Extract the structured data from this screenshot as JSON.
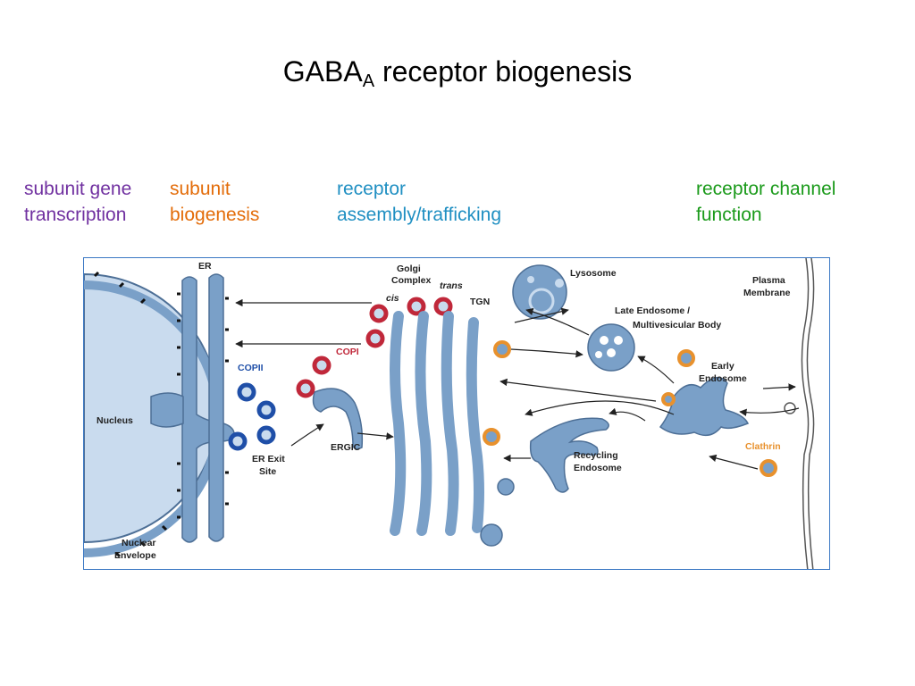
{
  "title": {
    "main": "GABA",
    "sub": "A",
    "rest": " receptor biogenesis"
  },
  "captions": [
    {
      "line1": "subunit gene",
      "line2": "transcription",
      "color": "#7030a0"
    },
    {
      "line1": "subunit",
      "line2": "biogenesis",
      "color": "#e36c09"
    },
    {
      "line1": "receptor",
      "line2": "assembly/trafficking",
      "color": "#1f8fc2"
    },
    {
      "line1": "receptor channel",
      "line2": "function",
      "color": "#1a9a1a"
    }
  ],
  "diagram": {
    "labels": {
      "er": "ER",
      "golgi_line1": "Golgi",
      "golgi_line2": "Complex",
      "cis": "cis",
      "trans": "trans",
      "tgn": "TGN",
      "lysosome": "Lysosome",
      "late_endosome_line1": "Late Endosome /",
      "late_endosome_line2": "Multivesicular Body",
      "plasma_line1": "Plasma",
      "plasma_line2": "Membrane",
      "copii": "COPII",
      "copi": "COPI",
      "early_endosome_line1": "Early",
      "early_endosome_line2": "Endosome",
      "nucleus": "Nucleus",
      "er_exit_line1": "ER Exit",
      "er_exit_line2": "Site",
      "ergic": "ERGIC",
      "recycling_line1": "Recycling",
      "recycling_line2": "Endosome",
      "clathrin": "Clathrin",
      "nuclear_envelope_line1": "Nuclear",
      "nuclear_envelope_line2": "Envelope"
    },
    "colors": {
      "membrane": "#7aa0c8",
      "membrane_stroke": "#4d6f96",
      "nucleus": "#c9dbee",
      "copii": "#1f4fa8",
      "copi": "#c0283a",
      "clathrin": "#e8912d",
      "border": "#3b78c4"
    }
  }
}
